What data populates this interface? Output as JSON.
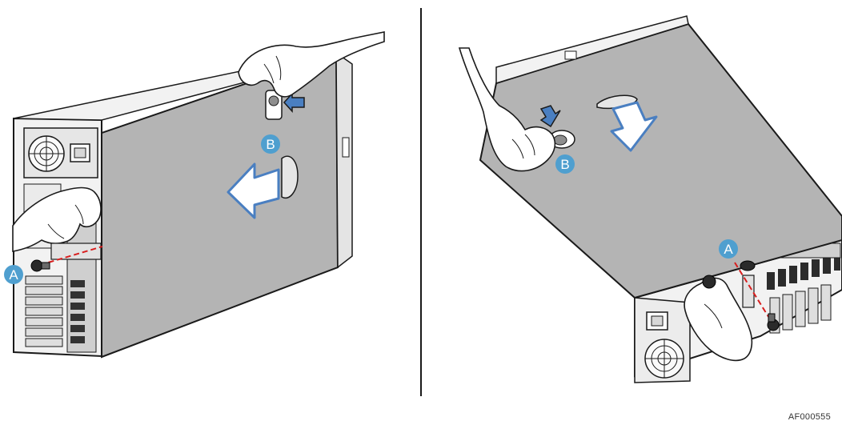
{
  "figure_id": "AF000555",
  "panels": [
    {
      "id": "left",
      "callouts": [
        "A",
        "B"
      ]
    },
    {
      "id": "right",
      "callouts": [
        "A",
        "B"
      ]
    }
  ],
  "colors": {
    "panel_gray": "#b4b4b4",
    "panel_dark": "#9c9c9c",
    "chassis_light": "#f2f2f2",
    "outline": "#1a1a1a",
    "arrow_fill": "#4a7fc1",
    "callout_fill": "#4f9fcf",
    "screw_line": "#d81e1e"
  },
  "icons": [
    "hand-icon",
    "screw-icon",
    "push-arrow-icon",
    "slide-arrow-icon",
    "fan-icon",
    "power-socket-icon"
  ]
}
